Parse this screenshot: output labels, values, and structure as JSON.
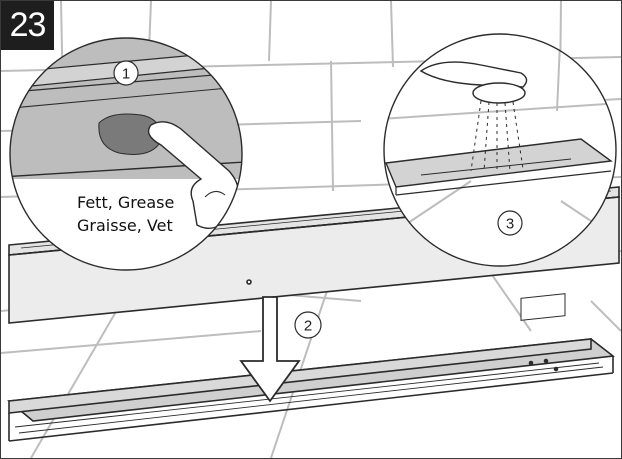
{
  "step_number": "23",
  "callouts": {
    "one": "1",
    "two": "2",
    "three": "3"
  },
  "grease_caption": {
    "line1": "Fett, Grease",
    "line2": "Graisse, Vet"
  },
  "colors": {
    "line": "#2b2b2b",
    "tile_grout": "#bdbdbd",
    "gray_fill": "#bfbfbf",
    "light_fill": "#e4e4e4",
    "grease_fill": "#7a7a7a",
    "hand_fill": "#ffffff"
  }
}
